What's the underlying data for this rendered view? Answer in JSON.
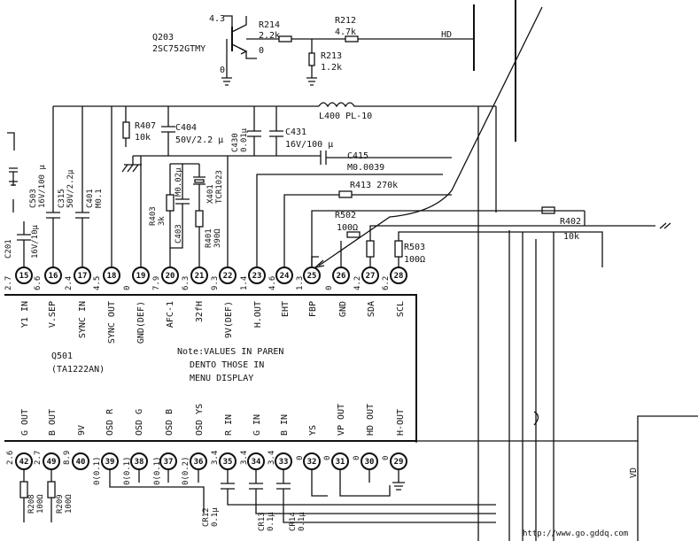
{
  "ic": {
    "name": "Q501",
    "part": "(TA1222AN)",
    "note": [
      "Note:VALUES IN PAREN",
      "DENTO THOSE IN",
      "MENU DISPLAY"
    ]
  },
  "top_pins": [
    {
      "num": "15",
      "name": "Y1 IN",
      "volt": "2.7"
    },
    {
      "num": "16",
      "name": "V.SEP",
      "volt": "6.6"
    },
    {
      "num": "17",
      "name": "SYNC IN",
      "volt": "2.4"
    },
    {
      "num": "18",
      "name": "SYNC OUT",
      "volt": "4.5"
    },
    {
      "num": "19",
      "name": "GND(DEF)",
      "volt": "0"
    },
    {
      "num": "20",
      "name": "AFC-1",
      "volt": "7.9"
    },
    {
      "num": "21",
      "name": "32fH",
      "volt": "6.3"
    },
    {
      "num": "22",
      "name": "9V(DEF)",
      "volt": "9.3"
    },
    {
      "num": "23",
      "name": "H.OUT",
      "volt": "1.4"
    },
    {
      "num": "24",
      "name": "EHT",
      "volt": "4.6"
    },
    {
      "num": "25",
      "name": "FBP",
      "volt": "1.3"
    },
    {
      "num": "26",
      "name": "GND",
      "volt": "0"
    },
    {
      "num": "27",
      "name": "SDA",
      "volt": "4.2"
    },
    {
      "num": "28",
      "name": "SCL",
      "volt": "6.2"
    }
  ],
  "bottom_pins": [
    {
      "num": "42",
      "name": "G OUT",
      "volt": "2.6"
    },
    {
      "num": "49",
      "name": "B OUT",
      "volt": "2.7"
    },
    {
      "num": "40",
      "name": "9V",
      "volt": "8.9"
    },
    {
      "num": "39",
      "name": "OSD R",
      "volt": "0(0.1)"
    },
    {
      "num": "38",
      "name": "OSD G",
      "volt": "0(0.1)"
    },
    {
      "num": "37",
      "name": "OSD B",
      "volt": "0(0.1)"
    },
    {
      "num": "36",
      "name": "OSD YS",
      "volt": "0(0.2)"
    },
    {
      "num": "35",
      "name": "R IN",
      "volt": "3.4"
    },
    {
      "num": "34",
      "name": "G IN",
      "volt": "3.4"
    },
    {
      "num": "33",
      "name": "B IN",
      "volt": "3.4"
    },
    {
      "num": "32",
      "name": "YS",
      "volt": "0"
    },
    {
      "num": "31",
      "name": "VP OUT",
      "volt": "0"
    },
    {
      "num": "30",
      "name": "HD OUT",
      "volt": "0"
    },
    {
      "num": "29",
      "name": "H-OUT",
      "volt": "0"
    }
  ],
  "components": {
    "q203": [
      "Q203",
      "2SC752GTMY"
    ],
    "q203_volts": [
      "4.3",
      "0"
    ],
    "r214": [
      "R214",
      "2.2k"
    ],
    "r214_volt": "0",
    "r212": [
      "R212",
      "4.7k"
    ],
    "hd": "HD",
    "r213": [
      "R213",
      "1.2k"
    ],
    "r407": [
      "R407",
      "10k"
    ],
    "c404": [
      "C404",
      "50V/2.2 μ"
    ],
    "c430": [
      "C430",
      "0.01μ"
    ],
    "c431": [
      "C431",
      "16V/100 μ"
    ],
    "l400": "L400 PL-10",
    "c415": [
      "C415",
      "M0.0039"
    ],
    "r413": "R413 270k",
    "c503": [
      "C503",
      "16V/100 μ"
    ],
    "c315": [
      "C315",
      "50V/2.2μ"
    ],
    "c401": [
      "C401",
      "M0.1"
    ],
    "c201": [
      "C201",
      "16V/10μ"
    ],
    "r403": [
      "R403",
      "3k"
    ],
    "c403": [
      "M0.02μ",
      "C403"
    ],
    "x401": [
      "X401",
      "TCR1023"
    ],
    "r401": [
      "R401",
      "390Ω"
    ],
    "r502": [
      "R502",
      "100Ω"
    ],
    "r503": [
      "R503",
      "100Ω"
    ],
    "r402": [
      "R402",
      "10k"
    ],
    "r208": [
      "R208",
      "100Ω"
    ],
    "r209": [
      "R209",
      "100Ω"
    ],
    "cr12": [
      "CR12",
      "0.1μ"
    ],
    "cr13": [
      "CR13",
      "0.1μ"
    ],
    "cr14": [
      "CR14",
      "0.1μ"
    ],
    "vd": "VD"
  },
  "watermark": "http://www.go.gddq.com"
}
